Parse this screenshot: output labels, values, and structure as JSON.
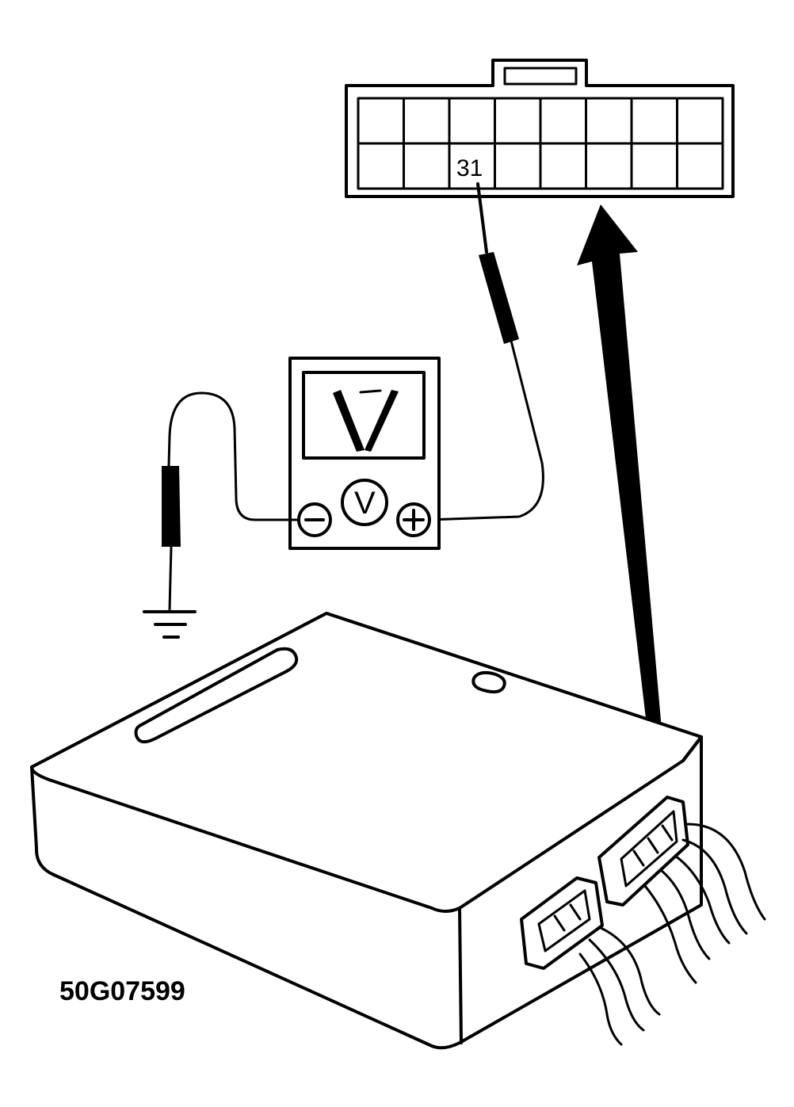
{
  "figure": {
    "id": "50G07599"
  },
  "connector": {
    "pin_label": "31",
    "rows": 2,
    "cols": 8
  },
  "voltmeter": {
    "unit_symbol": "V",
    "negative_symbol": "−",
    "positive_symbol": "+"
  },
  "colors": {
    "ink": "#000000",
    "paper": "#ffffff"
  }
}
